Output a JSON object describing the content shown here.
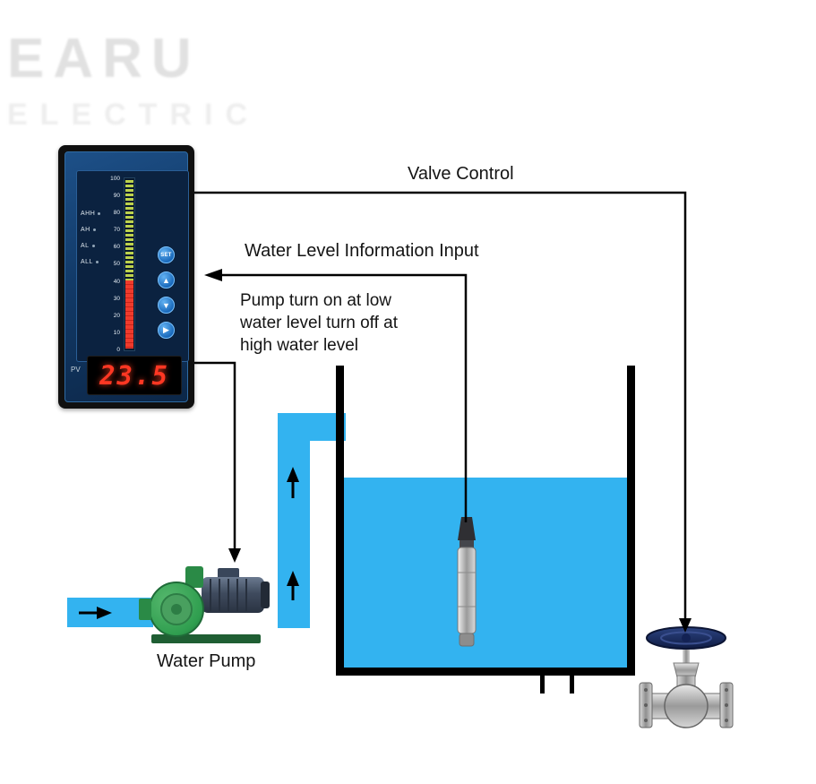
{
  "watermark": {
    "line1": "EARU",
    "line2": "ELECTRIC"
  },
  "labels": {
    "valve_control": "Valve Control",
    "water_level_input": "Water Level Information Input",
    "pump_note": [
      "Pump turn on at low",
      "water level turn off at",
      "high water level"
    ],
    "water_pump": "Water Pump"
  },
  "controller": {
    "alarm_labels": [
      "AHH",
      "AH",
      "AL",
      "ALL"
    ],
    "scale_ticks": [
      "100",
      "90",
      "80",
      "70",
      "60",
      "50",
      "40",
      "30",
      "20",
      "10",
      "0"
    ],
    "buttons": {
      "set": "SET",
      "up": "▲",
      "down": "▼",
      "right": "▶"
    },
    "pv_label": "PV",
    "display_value": "23.5"
  },
  "colors": {
    "water": "#33B3F0",
    "line": "#000000",
    "panel_blue": "#123A68",
    "button_blue": "#1E7FD0",
    "display_red": "#FF3723",
    "bar_green": "#BCD24D",
    "bar_red": "#EF3B2D",
    "pump_green": "#2F9E4F",
    "wheel_navy": "#1B2F5C"
  }
}
